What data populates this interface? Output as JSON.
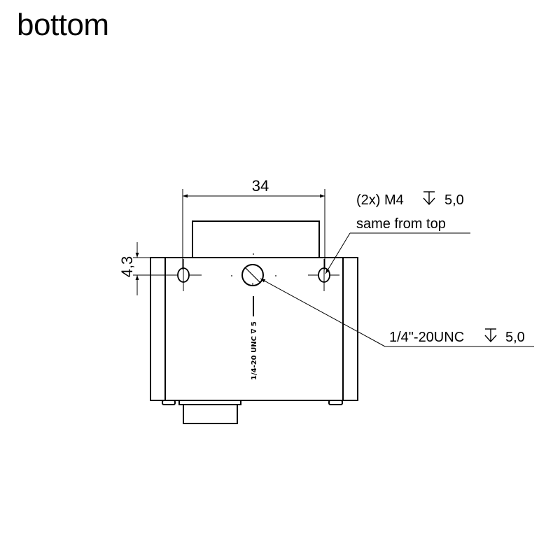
{
  "title": "bottom",
  "dimensions": {
    "width_value": "34",
    "height_value": "4,3"
  },
  "callouts": {
    "m4_prefix": "(2x) M4",
    "m4_depth": "5,0",
    "m4_note": "same from top",
    "tripod_prefix": "1/4\"-20UNC",
    "tripod_depth": "5,0"
  },
  "engraving": {
    "text": "1/4-20 UNC ∇ 5"
  },
  "colors": {
    "line": "#000000",
    "background": "#ffffff"
  }
}
